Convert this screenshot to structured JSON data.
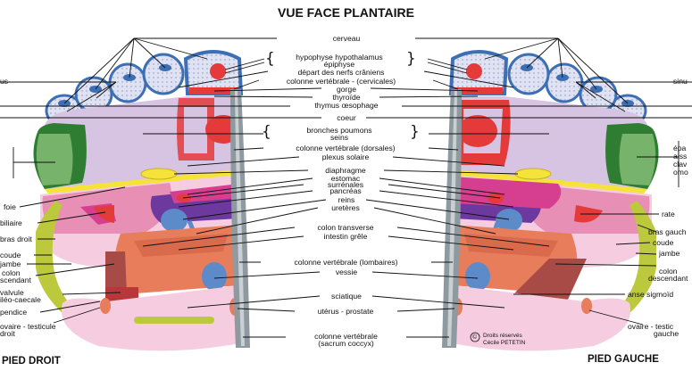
{
  "title": "VUE FACE PLANTAIRE",
  "feet": {
    "right": "PIED DROIT",
    "left": "PIED GAUCHE"
  },
  "center_labels": {
    "cerveau": "cerveau",
    "hypophyse": "hypophyse hypothalamus",
    "epiphyse": "épiphyse",
    "depart": "départ des nerfs crâniens",
    "colonne_cerv": "colonne vertébrale - (cervicales)",
    "gorge": "gorge",
    "thyroide": "thyroïde",
    "thymus": "thymus œsophage",
    "coeur": "coeur",
    "bronches": "bronches poumons",
    "seins": "seins",
    "colonne_dors": "colonne vertébrale (dorsales)",
    "plexus": "plexus solaire",
    "diaphragme": "diaphragme",
    "estomac": "estomac",
    "surrenales": "surrénales",
    "pancreas": "pancréas",
    "reins": "reins",
    "ureteres": "uretères",
    "colon_transverse": "colon transverse",
    "intestin": "intestin grêle",
    "colonne_lomb": "colonne vertébrale (lombaires)",
    "vessie": "vessie",
    "sciatique": "sciatique",
    "uterus": "utérus - prostate",
    "colonne_sacrum": "colonne vertébrale",
    "sacrum": "(sacrum coccyx)"
  },
  "left_side_labels": {
    "sinus": "us",
    "foie": "foie",
    "biliaire": "biliaire",
    "bras": "bras droit",
    "coude": "coude",
    "jambe": "jambe",
    "colon": "colon",
    "ascendant": "scendant",
    "valvule": "valvule",
    "caecale": "iléo-caecale",
    "appendice": "pendice",
    "ovaire": "ovaire - testicule",
    "droit": "droit"
  },
  "right_side_labels": {
    "sinus": "sinu",
    "epaule1": "épa",
    "epaule2": "aiss",
    "epaule3": "clav",
    "epaule4": "omo",
    "rate": "rate",
    "bras": "bras gauch",
    "coude": "coude",
    "jambe": "jambe",
    "colon": "colon",
    "descendant": "descendant",
    "anse": "anse sigmoïd",
    "ovaire": "ovaire - testic",
    "gauche": "gauche"
  },
  "copyright": {
    "line1": "Droits réservés",
    "line2": "Cécile PETETIN",
    "symbol": "©"
  },
  "colors": {
    "brain_blue": "#3d6fb5",
    "toe_fill": "#d9dcef",
    "lilac": "#d7c3e2",
    "green": "#78b36b",
    "dark_green": "#2f7d32",
    "pink_big": "#e88fb5",
    "magenta": "#d63f8f",
    "orange": "#e77d5a",
    "purple": "#6c3a9e",
    "red": "#e43a3a",
    "yellow": "#f5e23a",
    "spine_gray": "#8e9aa0",
    "light_pink": "#f6cde0",
    "yellow_green": "#bcc93c",
    "blue_organ": "#5d8bc9"
  }
}
